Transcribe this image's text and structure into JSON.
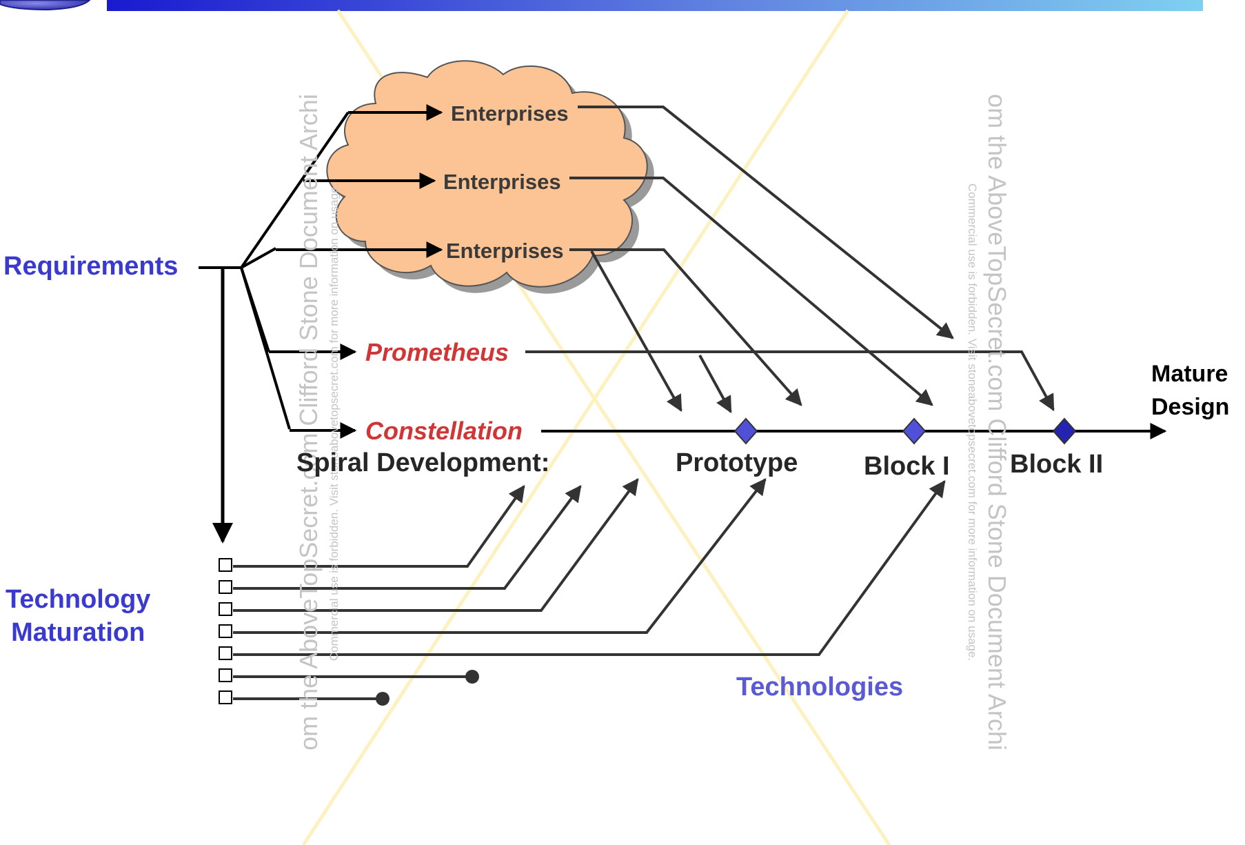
{
  "labels": {
    "requirements": "Requirements",
    "technology_maturation_line1": "Technology",
    "technology_maturation_line2": "Maturation",
    "enterprises_1": "Enterprises",
    "enterprises_2": "Enterprises",
    "enterprises_3": "Enterprises",
    "prometheus": "Prometheus",
    "constellation": "Constellation",
    "spiral_development": "Spiral Development:",
    "prototype": "Prototype",
    "block_i": "Block I",
    "block_ii": "Block II",
    "mature_design_line1": "Mature",
    "mature_design_line2": "Design",
    "technologies": "Technologies"
  },
  "watermark": {
    "large_text": "om the AboveTopSecret.com Clifford Stone Document Archi",
    "small_text": "Commercial use is forbidden. Visit stoneabovetopsecret.com for more information on usage."
  },
  "colors": {
    "header_bar_start": "#1a1ad0",
    "header_bar_end": "#7fd0f0",
    "cloud_fill": "#fcc494",
    "cloud_shadow": "#9a9a9a",
    "milestone_diamond": "#5050d8",
    "block_ii_diamond": "#2424b0",
    "label_blue": "#3a3ad0",
    "label_red": "#d03636",
    "watermark": "#c0c0c0",
    "watermark_diagonal": "#fdf1c0"
  },
  "icons": {
    "logo": "circular-logo-icon",
    "technology_box": "square-outline-icon",
    "milestone": "diamond-icon",
    "dead_end": "filled-circle-icon",
    "arrow": "arrowhead-icon"
  }
}
